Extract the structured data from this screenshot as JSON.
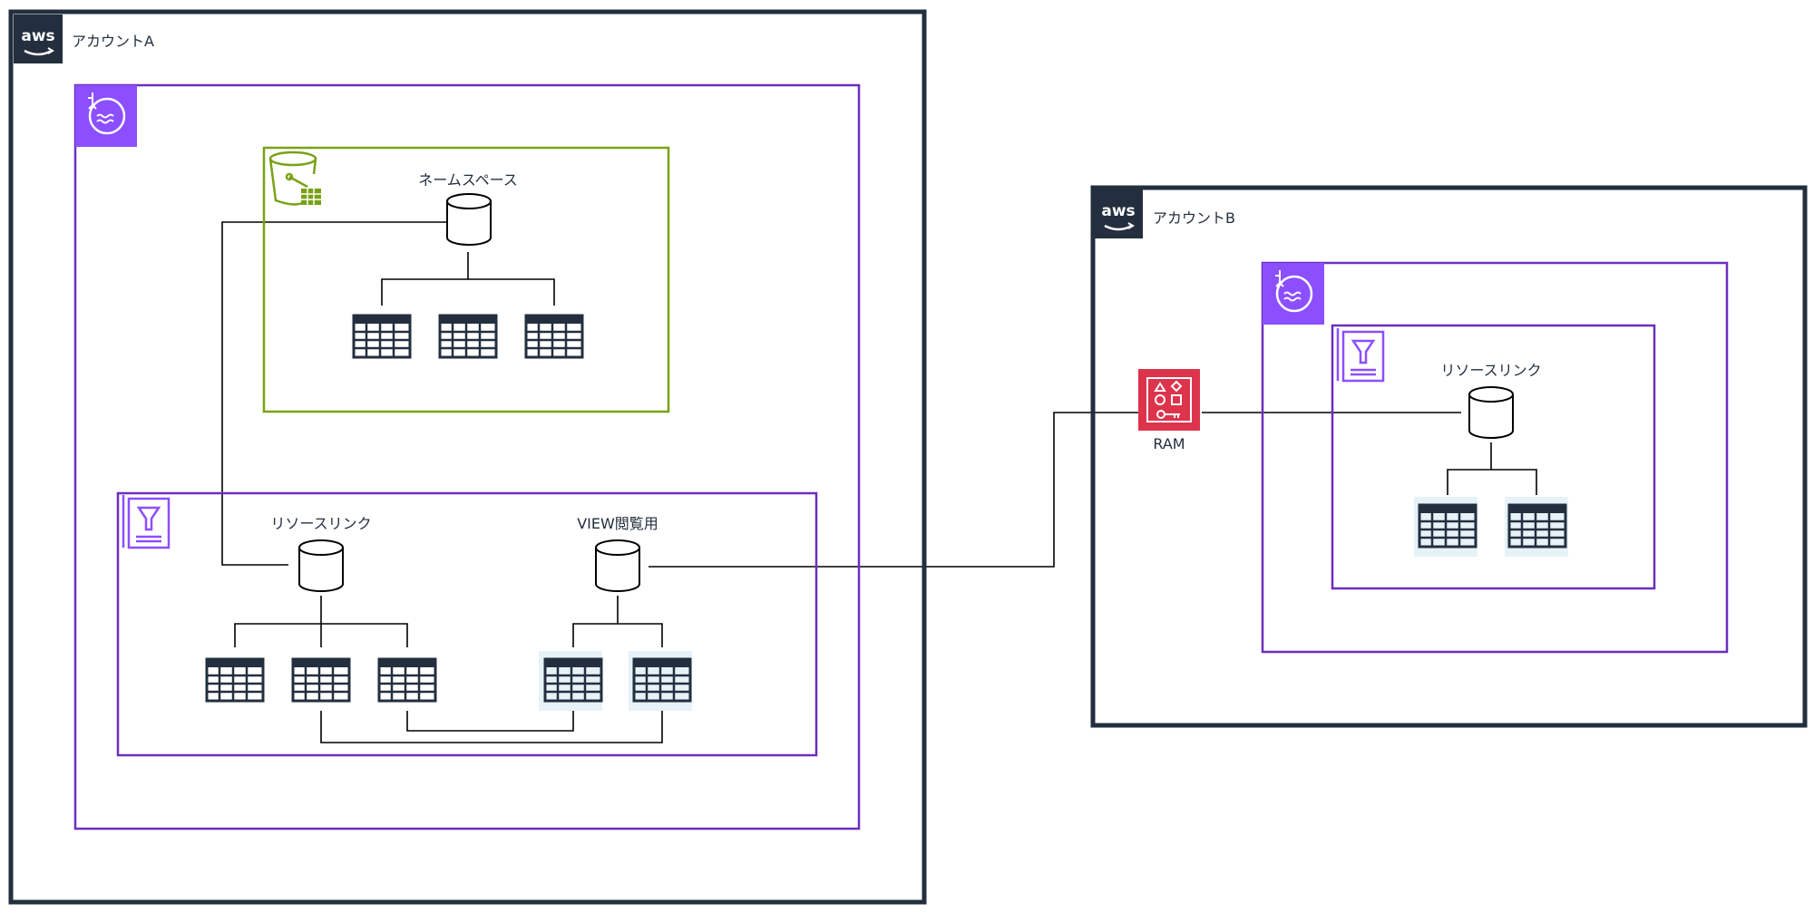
{
  "accounts": {
    "a": {
      "label": "アカウントA",
      "logo_text": "aws"
    },
    "b": {
      "label": "アカウントB",
      "logo_text": "aws"
    }
  },
  "labels": {
    "namespace": "ネームスペース",
    "resource_link_a": "リソースリンク",
    "view_db": "VIEW閲覧用",
    "resource_link_b": "リソースリンク",
    "ram": "RAM"
  },
  "icons": {
    "lake_formation": "lake-formation-icon",
    "s3_tables": "s3-table-bucket-icon",
    "glue_catalog": "glue-data-catalog-icon",
    "ram": "resource-access-manager-icon",
    "database": "database-icon",
    "table": "table-icon",
    "aws_logo": "aws-logo-icon"
  },
  "colors": {
    "account_border": "#232f3e",
    "lake_formation": "#8c4fff",
    "container_purple": "#6b2fbd",
    "s3_green": "#7aa116",
    "ram_red": "#dd344c",
    "table_shared_bg": "#e6f2f8",
    "line": "#000000"
  }
}
